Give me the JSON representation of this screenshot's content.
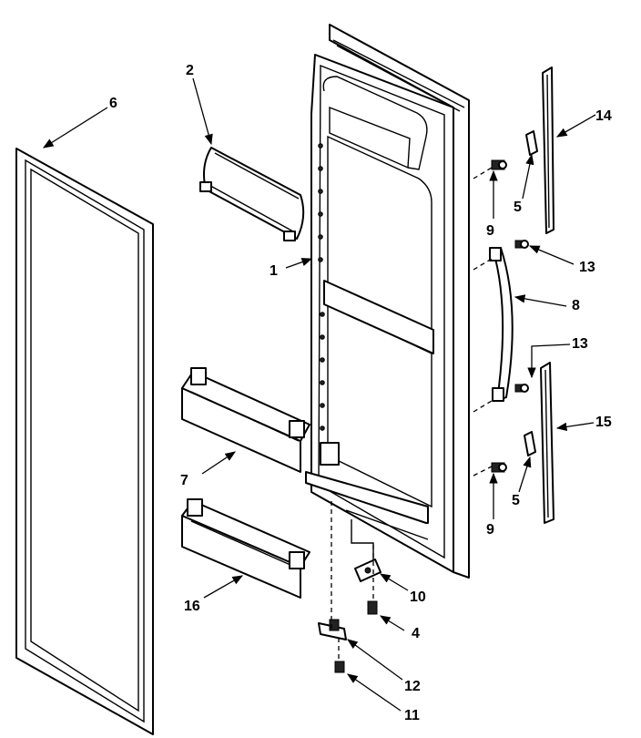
{
  "callouts": {
    "c1": "1",
    "c2": "2",
    "c4": "4",
    "c5a": "5",
    "c5b": "5",
    "c6": "6",
    "c7": "7",
    "c8": "8",
    "c9a": "9",
    "c9b": "9",
    "c10": "10",
    "c11": "11",
    "c12": "12",
    "c13a": "13",
    "c13b": "13",
    "c14": "14",
    "c15": "15",
    "c16": "16"
  }
}
